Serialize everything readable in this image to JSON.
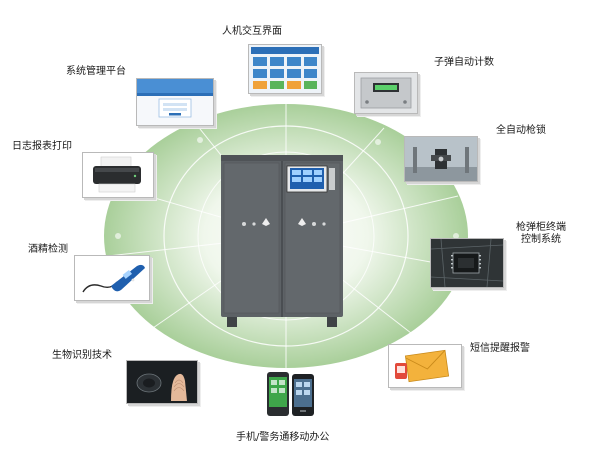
{
  "modules": {
    "hmi": {
      "label": "人机交互界面",
      "icon": "touchscreen-ui-icon"
    },
    "counter": {
      "label": "子弹自动计数",
      "icon": "counter-device-icon"
    },
    "platform": {
      "label": "系统管理平台",
      "icon": "web-platform-icon"
    },
    "lock": {
      "label": "全自动枪锁",
      "icon": "gun-lock-icon"
    },
    "printer": {
      "label": "日志报表打印",
      "icon": "printer-icon"
    },
    "terminal": {
      "label": "枪弹柜终端\n控制系统",
      "icon": "circuit-board-icon"
    },
    "alcohol": {
      "label": "酒精检测",
      "icon": "breathalyzer-icon"
    },
    "sms": {
      "label": "短信提醒报警",
      "icon": "sms-envelope-icon"
    },
    "bio": {
      "label": "生物识别技术",
      "icon": "fingerprint-icon"
    },
    "mobile": {
      "label": "手机/警务通移动办公",
      "icon": "smartphone-icon"
    }
  },
  "center": {
    "name": "gun-cabinet",
    "icon": "gun-cabinet-icon"
  },
  "colors": {
    "ellipse_center": "#ffffff",
    "ellipse_edge": "#a9cf9a",
    "cabinet": "#5d6266",
    "screen": "#1f5fae"
  }
}
